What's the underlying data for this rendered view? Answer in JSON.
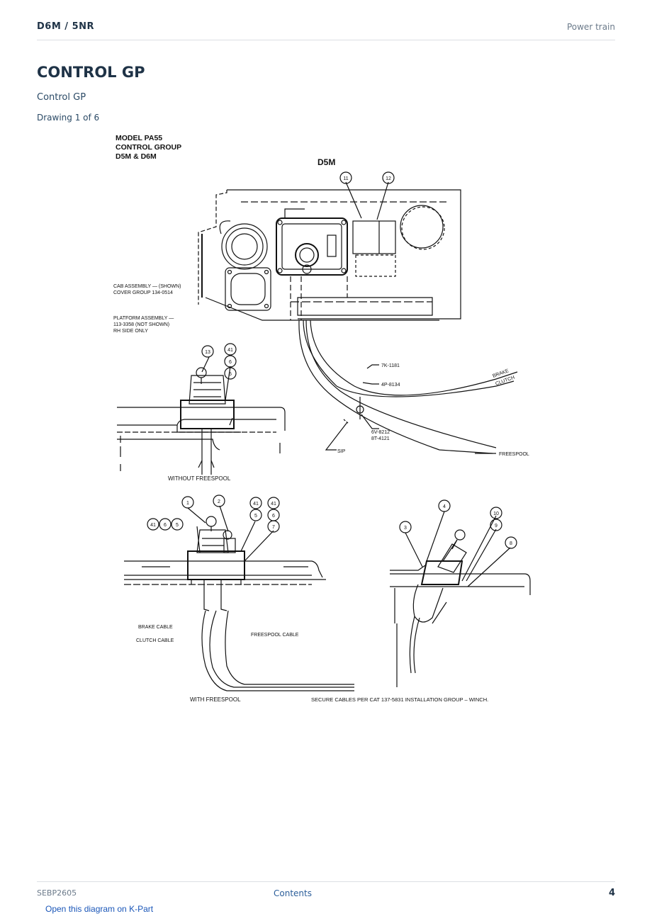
{
  "header": {
    "model": "D6M  /  5NR",
    "section": "Power train"
  },
  "page": {
    "title": "CONTROL GP",
    "subtitle": "Control GP",
    "drawing": "Drawing 1 of 6"
  },
  "diagram": {
    "heading_lines": [
      "MODEL PA55",
      "CONTROL GROUP",
      "D5M & D6M"
    ],
    "machine_label": "D5M",
    "notes": {
      "cab_1": "CAB ASSEMBLY — (SHOWN)",
      "cab_2": "COVER GROUP 134-0514",
      "plat_1": "PLATFORM ASSEMBLY —",
      "plat_2": "113-3358 (NOT SHOWN)",
      "plat_3": "RH SIDE ONLY"
    },
    "part_labels": {
      "p7k": "7K-1181",
      "p4p": "4P-8134",
      "p6v": "6V-8212",
      "p8t": "8T-4121",
      "sip": "SIP",
      "brake": "BRAKE",
      "clutch": "CLUTCH",
      "freespool": "FREESPOOL",
      "brake_cable": "BRAKE CABLE",
      "clutch_cable": "CLUTCH CABLE",
      "freespool_cable": "FREESPOOL CABLE"
    },
    "captions": {
      "without": "WITHOUT FREESPOOL",
      "with": "WITH FREESPOOL",
      "secure": "SECURE CABLES PER CAT 137-5831 INSTALLATION GROUP – WINCH."
    },
    "callouts": {
      "c11": "11",
      "c12": "12",
      "c13": "13",
      "c41a": "41",
      "c6a": "6",
      "c5a": "5",
      "c1": "1",
      "c2": "2",
      "c41b": "41",
      "c41c": "41",
      "c5b": "5",
      "c6b": "6",
      "c7": "7",
      "c41d": "41",
      "c6c": "6",
      "c5c": "5",
      "c4": "4",
      "c10": "10",
      "c3": "3",
      "c9": "9",
      "c8": "8"
    }
  },
  "footer": {
    "doc_id": "SEBP2605",
    "contents": "Contents",
    "page_number": "4"
  },
  "link": {
    "kpart": "Open this diagram on K-Part"
  }
}
